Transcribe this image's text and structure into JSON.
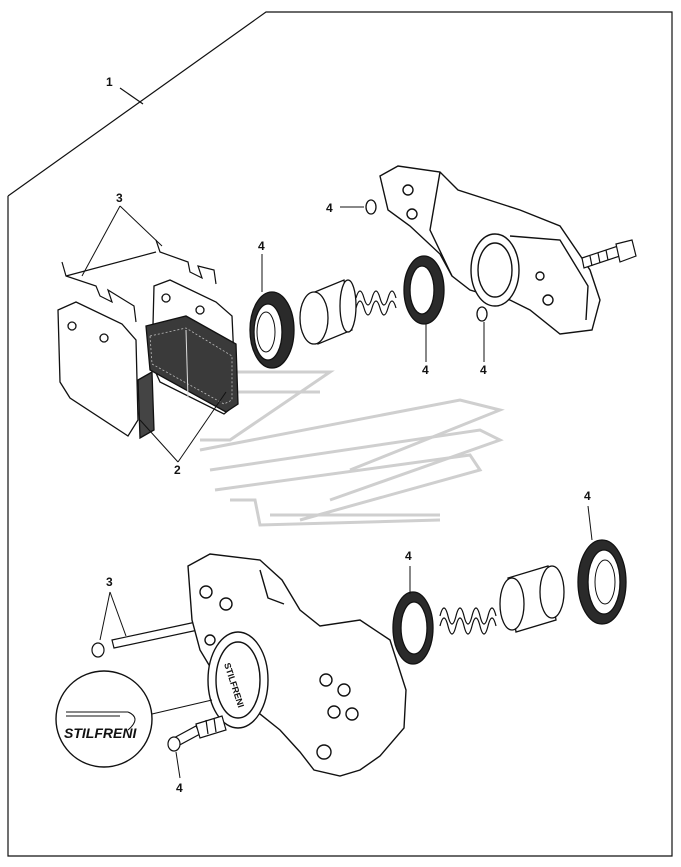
{
  "callouts": {
    "assembly": "1",
    "pads": "2",
    "pad_springs": "3",
    "pins": "3",
    "seal_right_small": "4",
    "seal_left": "4",
    "seal_mid": "4",
    "oring_right": "4",
    "seal_lower_mid": "4",
    "seal_lower_right": "4",
    "bleeder": "4"
  },
  "logo": {
    "brand": "STILFRENI"
  },
  "caliper_mark": "STILFRENI",
  "colors": {
    "ink": "#111111",
    "watermark": "#cfcfcf",
    "paper": "#ffffff"
  }
}
